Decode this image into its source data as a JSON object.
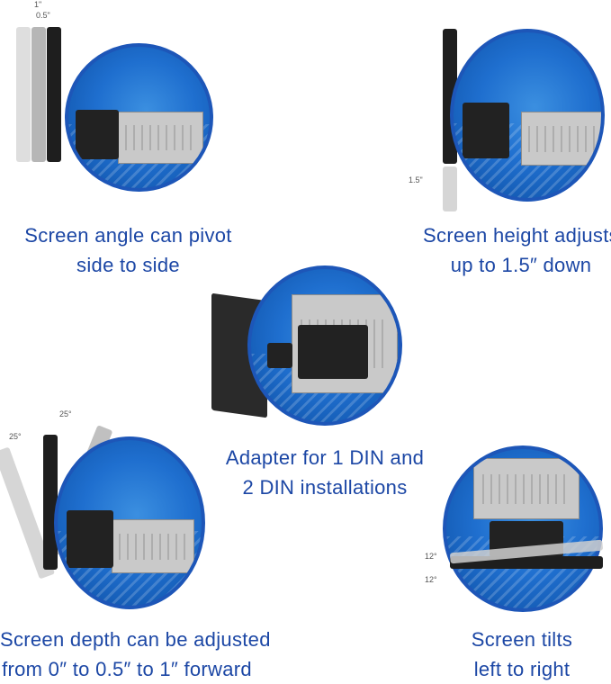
{
  "captions": {
    "pivot_line1": "Screen angle can pivot",
    "pivot_line2": "side to side",
    "height_line1": "Screen height adjusts",
    "height_line2": "up to 1.5″ down",
    "adapter_line1": "Adapter for 1 DIN and",
    "adapter_line2": "2 DIN installations",
    "depth_line1": "Screen depth can be adjusted",
    "depth_line2": "from 0″ to 0.5″ to 1″ forward",
    "tilt_line1": "Screen tilts",
    "tilt_line2": "left to right"
  },
  "dimensions": {
    "depth_1": "1\"",
    "depth_05": "0.5\"",
    "height": "1.5\"",
    "angle_left": "25°",
    "angle_right": "25°",
    "tilt_up": "12°",
    "tilt_down": "12°"
  },
  "colors": {
    "caption": "#1c47a5",
    "circle": "#1f6fcf",
    "circle_border": "#1d56b8"
  }
}
